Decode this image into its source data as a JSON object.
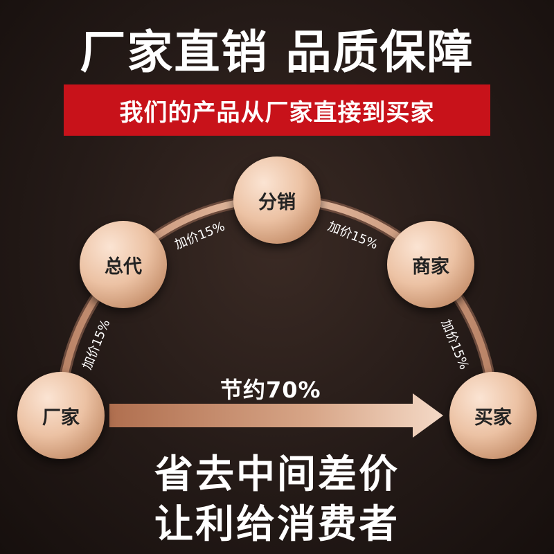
{
  "title": "厂家直销 品质保障",
  "banner": "我们的产品从厂家直接到买家",
  "nodes": {
    "factory": "厂家",
    "general_agent": "总代",
    "distributor": "分销",
    "merchant": "商家",
    "buyer": "买家"
  },
  "markups": {
    "factory_to_agent": "加价15%",
    "agent_to_distributor": "加价15%",
    "distributor_to_merchant": "加价15%",
    "merchant_to_buyer": "加价15%"
  },
  "savings_label": "节约70%",
  "bottom_lines": {
    "line1": "省去中间差价",
    "line2": "让利给消费者"
  },
  "colors": {
    "banner": "#c8121a",
    "arc": "#d9a88a",
    "node": "#ecc2a4"
  }
}
